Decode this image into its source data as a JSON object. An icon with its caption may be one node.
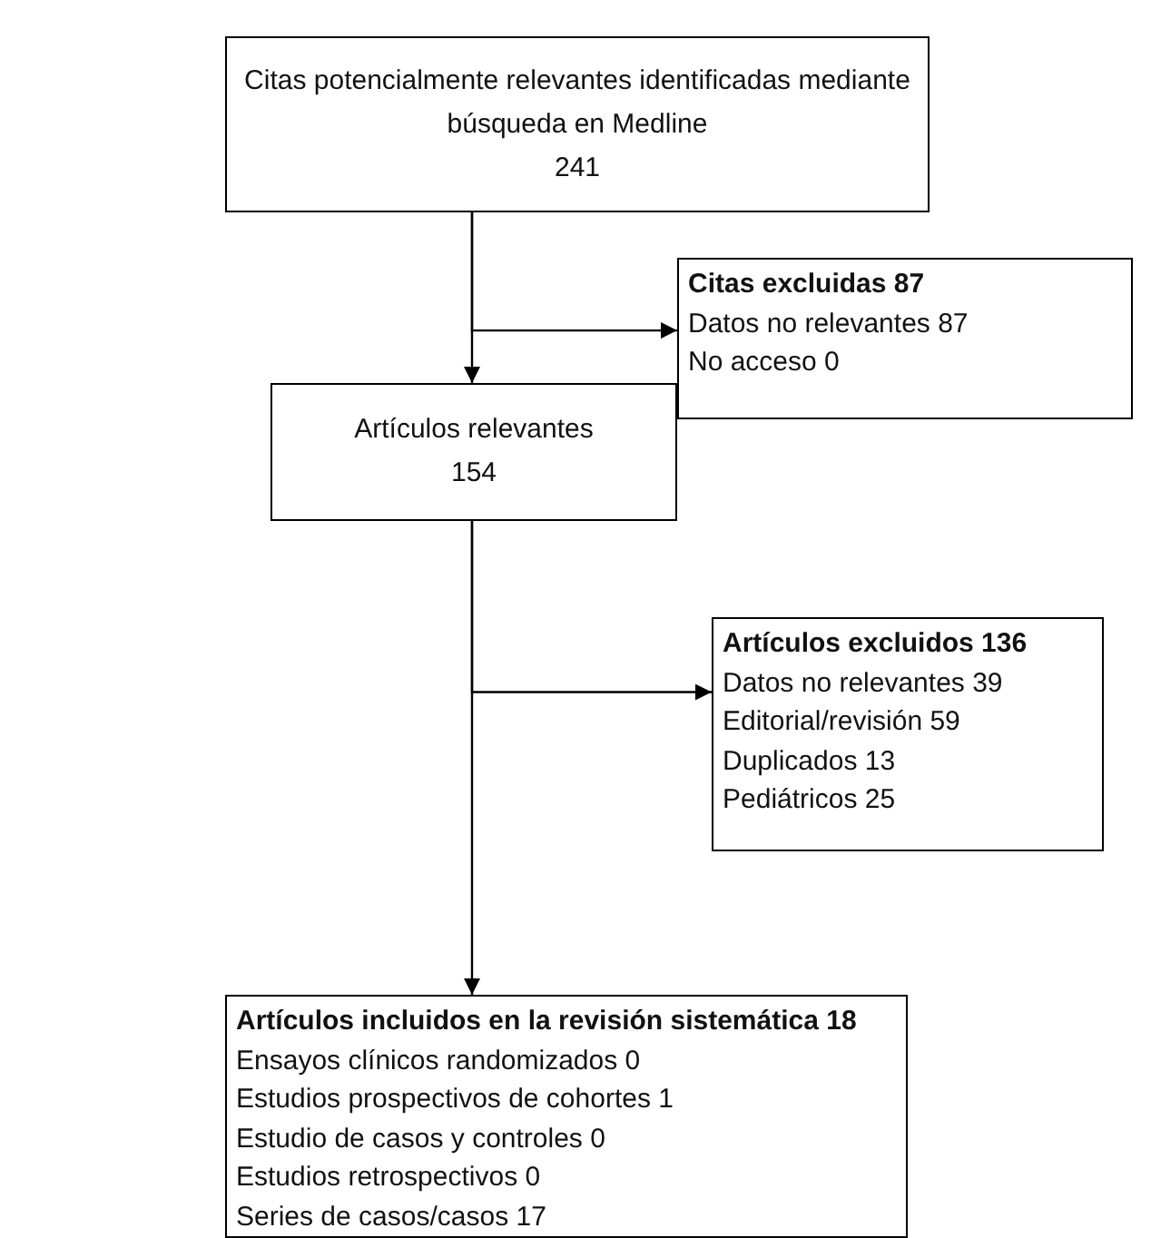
{
  "diagram": {
    "nodes": [
      {
        "text": [
          "Citas potencialmente relevantes identificadas mediante búsqueda en Medline",
          "241"
        ]
      },
      {
        "text": [
          "Citas excluidas 87",
          "Datos no relevantes 87",
          "No acceso 0"
        ]
      },
      {
        "text": [
          "Artículos relevantes",
          "154"
        ]
      },
      {
        "text": [
          "Artículos excluidos 136",
          "Datos no relevantes 39",
          "Editorial/revisión 59",
          "Duplicados 13",
          "Pediátricos 25"
        ]
      },
      {
        "text": [
          "Artículos incluidos en la revisión sistemática 18",
          "Ensayos clínicos randomizados 0",
          "Estudios prospectivos de cohortes 1",
          "Estudio de casos y controles 0",
          "Estudios retrospectivos 0",
          "Series de casos/casos 17"
        ]
      }
    ],
    "edges": [
      {
        "from": 0,
        "to": 2,
        "arrow": "to"
      },
      {
        "from": 0,
        "to": 1,
        "arrow": "to"
      },
      {
        "from": 2,
        "to": 4,
        "arrow": "to"
      },
      {
        "from": 2,
        "to": 3,
        "arrow": "to"
      }
    ]
  }
}
